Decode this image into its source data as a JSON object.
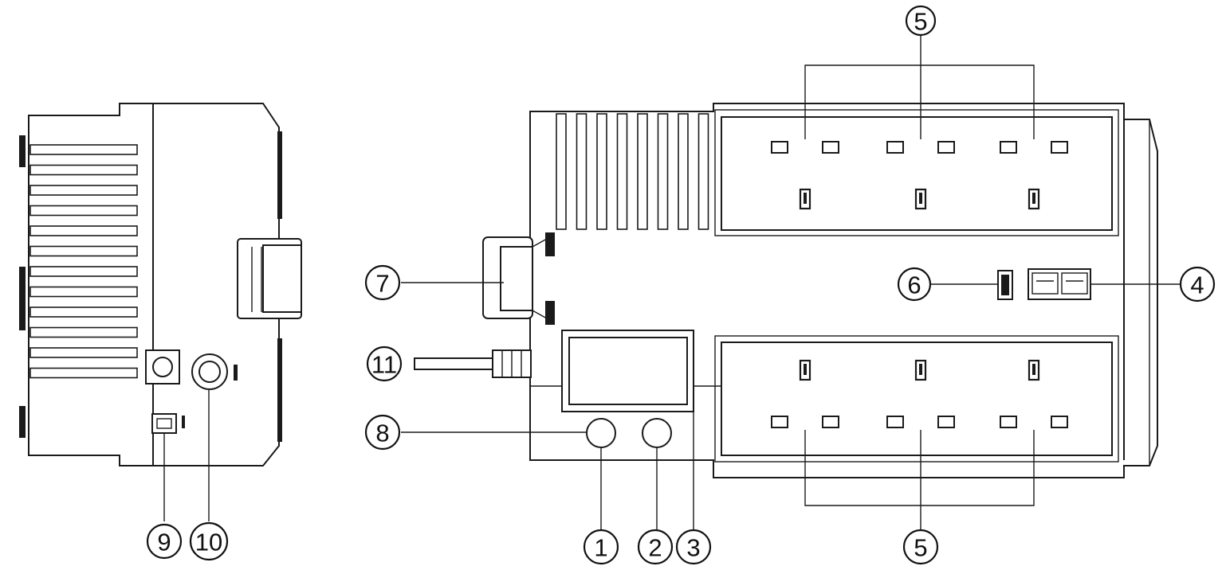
{
  "callouts": {
    "c1": "1",
    "c2": "2",
    "c3": "3",
    "c4": "4",
    "c5_top": "5",
    "c5_bottom": "5",
    "c6": "6",
    "c7": "7",
    "c8": "8",
    "c9": "9",
    "c10": "10",
    "c11": "11"
  }
}
